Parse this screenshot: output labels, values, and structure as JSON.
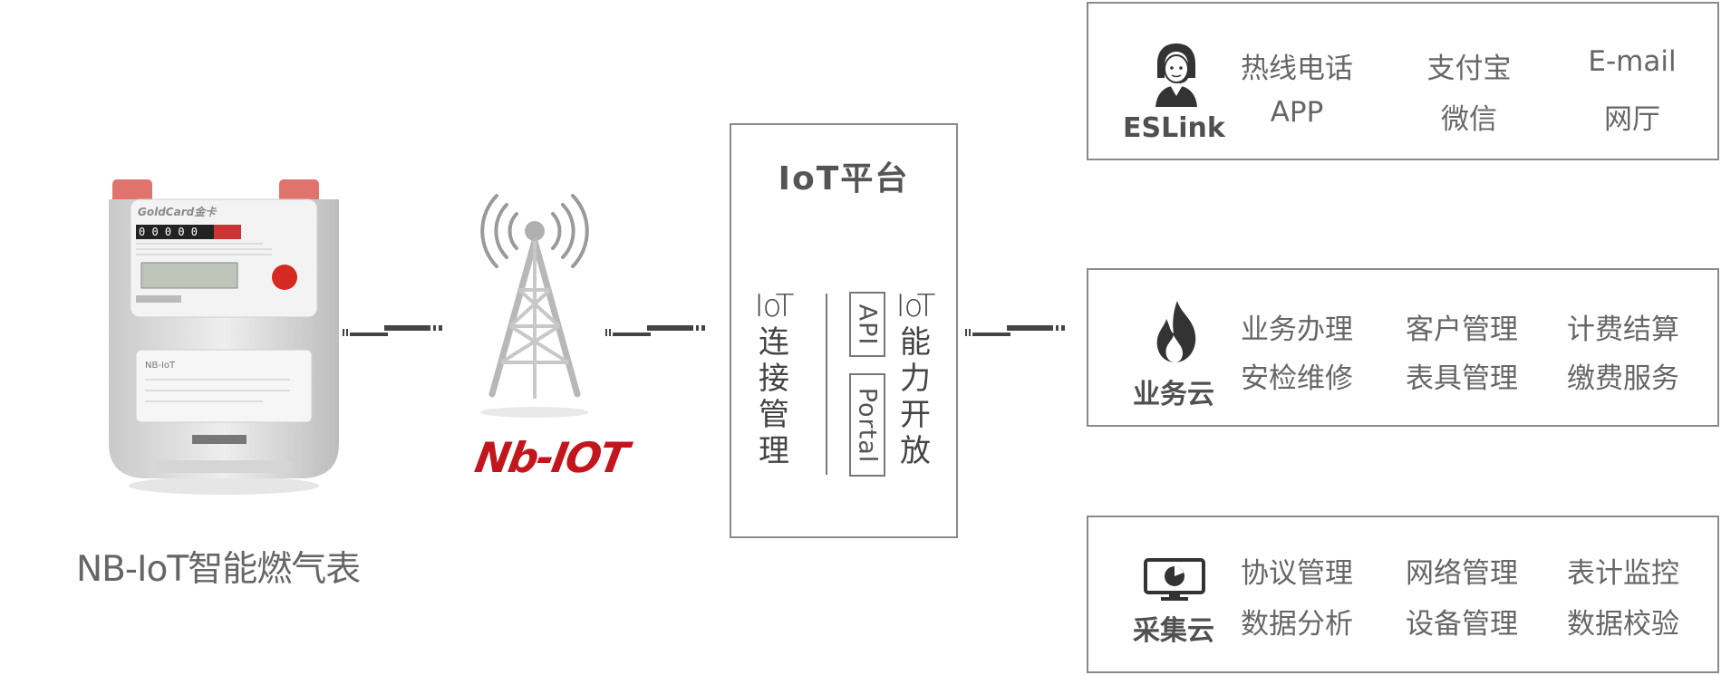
{
  "meter": {
    "label": "NB-IoT智能燃气表",
    "brand": "GoldCard金卡"
  },
  "nb_logo": "Nb-IOT",
  "iot_platform": {
    "title": "IoT平台",
    "left_col": {
      "latin": "IoT",
      "chars": [
        "连",
        "接",
        "管",
        "理"
      ]
    },
    "right_col": {
      "latin": "IoT",
      "chars": [
        "能",
        "力",
        "开",
        "放"
      ]
    },
    "tags": [
      "API",
      "Portal"
    ]
  },
  "panels": [
    {
      "name": "ESLink",
      "icon": "customer-service-icon",
      "services": [
        "热线电话",
        "支付宝",
        "E-mail",
        "APP",
        "微信",
        "网厅"
      ]
    },
    {
      "name": "业务云",
      "icon": "flame-icon",
      "services": [
        "业务办理",
        "客户管理",
        "计费结算",
        "安检维修",
        "表具管理",
        "缴费服务"
      ]
    },
    {
      "name": "采集云",
      "icon": "monitor-chart-icon",
      "services": [
        "协议管理",
        "网络管理",
        "表计监控",
        "数据分析",
        "设备管理",
        "数据校验"
      ]
    }
  ],
  "colors": {
    "nb_red": "#c3161c",
    "border": "#8a8a8a",
    "text": "#666666"
  }
}
